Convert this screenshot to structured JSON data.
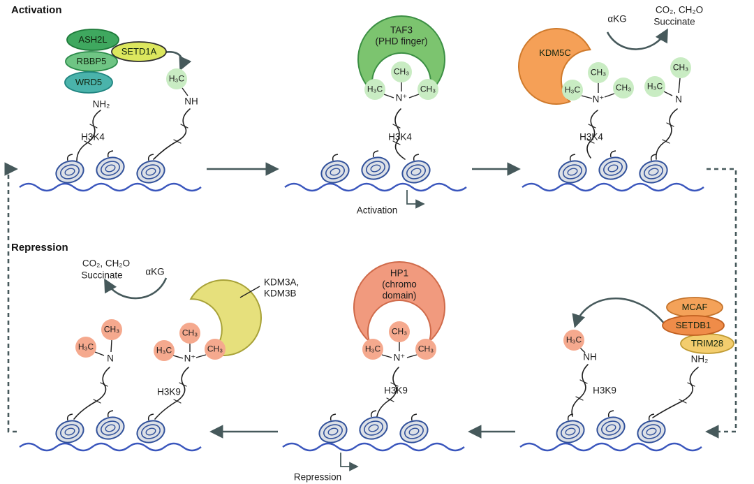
{
  "sections": {
    "activation": "Activation",
    "repression": "Repression"
  },
  "k4_writer": {
    "ash2l": "ASH2L",
    "setd1a": "SETD1A",
    "rbbp5": "RBBP5",
    "wrd5": "WRD5",
    "nh2": "NH₂",
    "h3c": "H₃C",
    "nh": "NH",
    "mark": "H3K4"
  },
  "k4_reader": {
    "name": "TAF3",
    "domain": "(PHD finger)",
    "ch3_top": "CH₃",
    "h3c_left": "H₃C",
    "ch3_right": "CH₃",
    "nplus": "N⁺",
    "mark": "H3K4",
    "outcome": "Activation"
  },
  "k4_eraser": {
    "name": "KDM5C",
    "cofactor": "αKG",
    "products_1": "CO₂, CH₂O",
    "products_2": "Succinate",
    "sub_ch3_top": "CH₃",
    "sub_h3c_left": "H₃C",
    "sub_ch3_right": "CH₃",
    "sub_nplus": "N⁺",
    "prod_ch3_top": "CH₃",
    "prod_h3c_left": "H₃C",
    "prod_n": "N",
    "mark": "H3K4"
  },
  "k9_eraser": {
    "name_1": "KDM3A,",
    "name_2": "KDM3B",
    "cofactor": "αKG",
    "products_1": "CO₂, CH₂O",
    "products_2": "Succinate",
    "sub_ch3_top": "CH₃",
    "sub_h3c_left": "H₃C",
    "sub_ch3_right": "CH₃",
    "sub_nplus": "N⁺",
    "prod_ch3_top": "CH₃",
    "prod_h3c_left": "H₃C",
    "prod_n": "N",
    "mark": "H3K9"
  },
  "k9_reader": {
    "name": "HP1",
    "domain_1": "(chromo",
    "domain_2": "domain)",
    "ch3_top": "CH₃",
    "h3c_left": "H₃C",
    "ch3_right": "CH₃",
    "nplus": "N⁺",
    "mark": "H3K9",
    "outcome": "Repression"
  },
  "k9_writer": {
    "mcaf": "MCAF",
    "setdb1": "SETDB1",
    "trim28": "TRIM28",
    "nh2": "NH₂",
    "h3c": "H₃C",
    "nh": "NH",
    "mark": "H3K9"
  },
  "colors": {
    "arrow": "#46595b",
    "dna": "#3a56bd",
    "methyl_active": "#c9ecc3",
    "methyl_repressive": "#f5a98e",
    "taf3": "#7cc46f",
    "kdm5c": "#f5a057",
    "kdm3": "#e6e07c",
    "hp1": "#f19a7e",
    "ash2l": "#3fa85f",
    "setd1a": "#dce75e",
    "rbbp5": "#6fc584",
    "wrd5": "#4ab3ab",
    "mcaf": "#f4a259",
    "setdb1": "#ef8c49",
    "trim28": "#f3cd6e"
  }
}
